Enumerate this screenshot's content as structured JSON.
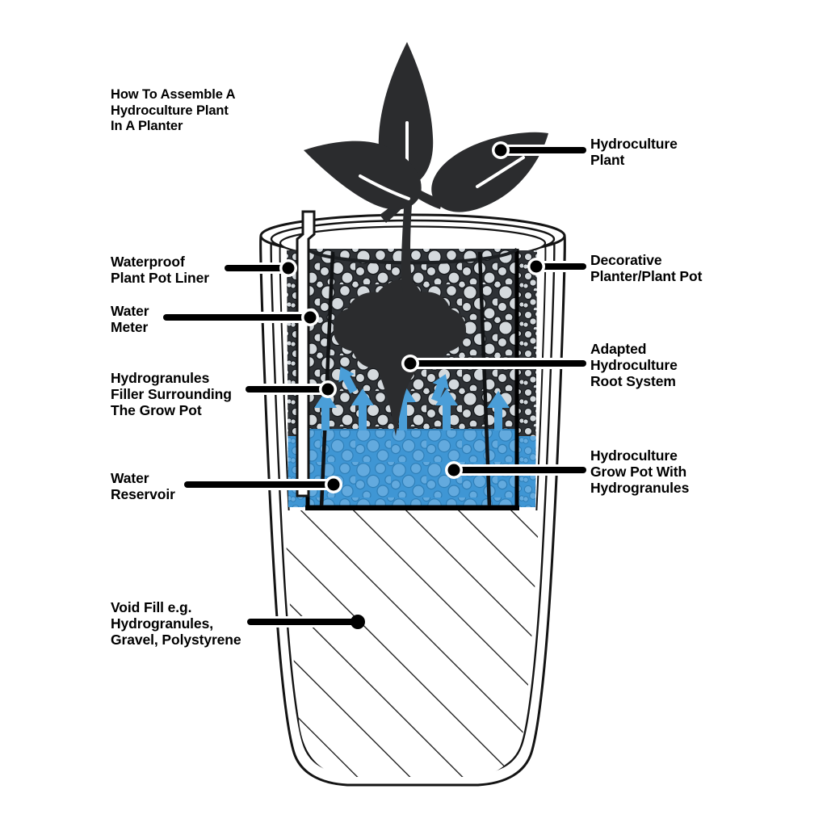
{
  "title": "How To Assemble A\nHydroculture Plant\nIn A Planter",
  "colors": {
    "ink": "#111111",
    "plant_dark": "#2b2c2e",
    "granule_fill": "#d4d9dd",
    "granule_bg": "#2e3135",
    "water_blue": "#3f96d4",
    "water_circle": "#63aade",
    "arrow_blue": "#4a9ed8",
    "outline": "#141414",
    "white": "#ffffff"
  },
  "labels": {
    "plant": "Hydroculture\nPlant",
    "planter": "Decorative\nPlanter/Plant Pot",
    "roots": "Adapted\nHydroculture\nRoot System",
    "grow_pot": "Hydroculture\nGrow Pot With\nHydrogranules",
    "liner": "Waterproof\nPlant Pot Liner",
    "water_meter": "Water\nMeter",
    "filler": "Hydrogranules\nFiller Surrounding\nThe Grow Pot",
    "reservoir": "Water\nReservoir",
    "void_fill": "Void Fill e.g.\nHydrogranules,\nGravel, Polystyrene"
  },
  "diagram": {
    "type": "cutaway-cross-section",
    "subject": "self-watering hydroculture planter",
    "parts": [
      {
        "name": "hydroculture-plant",
        "description": "three dark leaves on a stem above the pot"
      },
      {
        "name": "decorative-planter",
        "description": "tall tapered outer pot with rounded base"
      },
      {
        "name": "waterproof-liner",
        "description": "inner liner line following planter wall"
      },
      {
        "name": "water-meter",
        "description": "vertical white tube from rim into reservoir"
      },
      {
        "name": "hydrogranules-filler",
        "description": "granule column between grow pot and planter"
      },
      {
        "name": "hydroculture-grow-pot",
        "description": "inner pot filled with hydrogranules"
      },
      {
        "name": "water-reservoir",
        "description": "blue water level in lower grow pot"
      },
      {
        "name": "root-system",
        "description": "dark blob root mass in granules"
      },
      {
        "name": "void-fill",
        "description": "diagonal hatched region below grow pot"
      },
      {
        "name": "capillary-arrows",
        "count": 5,
        "direction": "up",
        "color": "#4a9ed8"
      }
    ]
  }
}
